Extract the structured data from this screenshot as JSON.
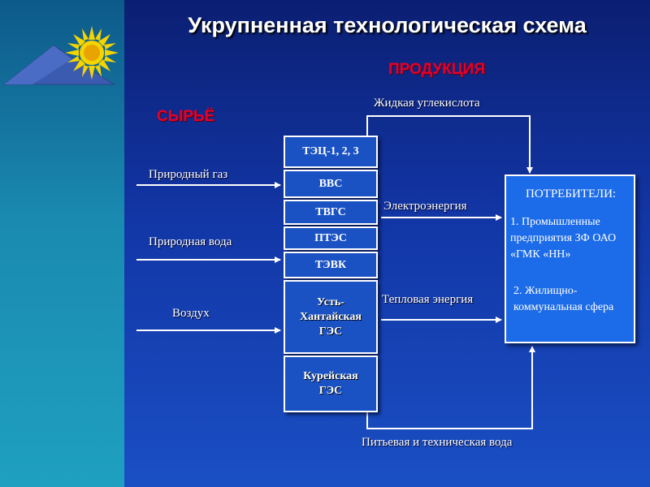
{
  "title": "Укрупненная технологическая схема",
  "headings": {
    "product": "ПРОДУКЦИЯ",
    "raw": "СЫРЬЁ"
  },
  "inputs": [
    {
      "label": "Природный газ"
    },
    {
      "label": "Природная вода"
    },
    {
      "label": "Воздух"
    }
  ],
  "plants": {
    "tec": "ТЭЦ-1, 2, 3",
    "vvs": "ВВС",
    "tvgs": "ТВГС",
    "ptes": "ПТЭС",
    "tevk": "ТЭВК",
    "ust_khantai": "Усть-Хантайская ГЭС",
    "kureyskaya": "Курейская ГЭС"
  },
  "outputs": {
    "co2": "Жидкая углекислота",
    "electricity": "Электроэнергия",
    "heat": "Тепловая энергия",
    "water": "Питьевая и техническая вода"
  },
  "consumers": {
    "title": "ПОТРЕБИТЕЛИ:",
    "item1": "1.  Промышленные предприятия  ЗФ ОАО «ГМК «НН»",
    "item2": "2. Жилищно-коммунальная сфера"
  },
  "colors": {
    "accent_red": "#e4002b",
    "box_fill": "#1a52c4",
    "consumer_fill": "#1c6be8"
  }
}
